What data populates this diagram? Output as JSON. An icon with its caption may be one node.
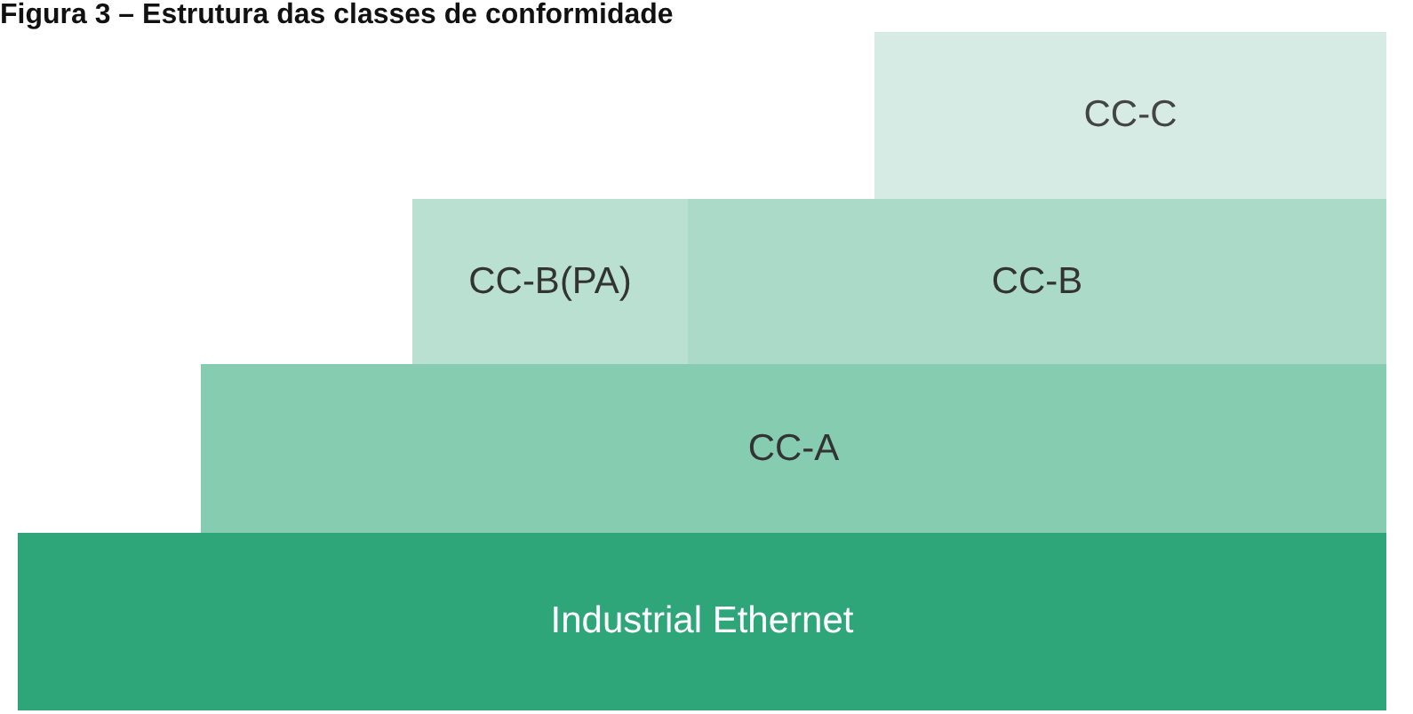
{
  "diagram": {
    "title": "Figura 3 – Estrutura das classes de conformidade",
    "nodes": [
      {
        "text": [
          "CC-C"
        ]
      },
      {
        "text": [
          "CC-B(PA)"
        ]
      },
      {
        "text": [
          "CC-B"
        ]
      },
      {
        "text": [
          "CC-A"
        ]
      },
      {
        "text": [
          "Industrial Ethernet"
        ]
      }
    ]
  }
}
